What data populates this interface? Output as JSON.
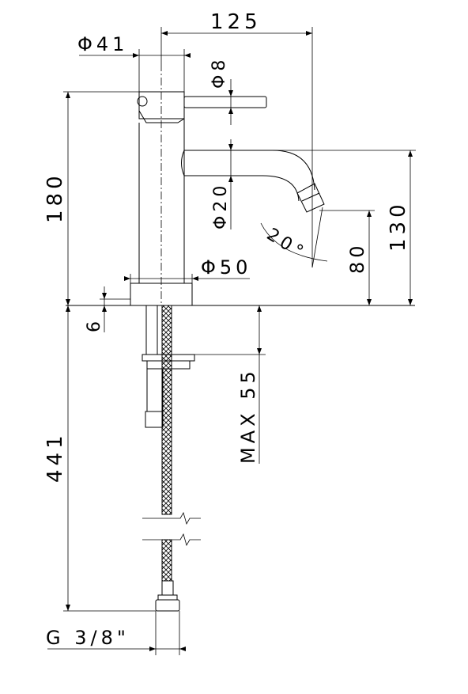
{
  "drawing": {
    "labels": {
      "spout_reach": "125",
      "body_diameter": "Φ41",
      "handle_diameter": "Φ8",
      "total_height": "180",
      "spout_diameter": "Φ20",
      "spout_height": "130",
      "spout_angle": "20°",
      "outlet_height": "80",
      "base_diameter": "Φ50",
      "base_thickness": "6",
      "max_deck": "MAX  55",
      "hose_length": "441",
      "connection": "G  3/8\""
    }
  }
}
